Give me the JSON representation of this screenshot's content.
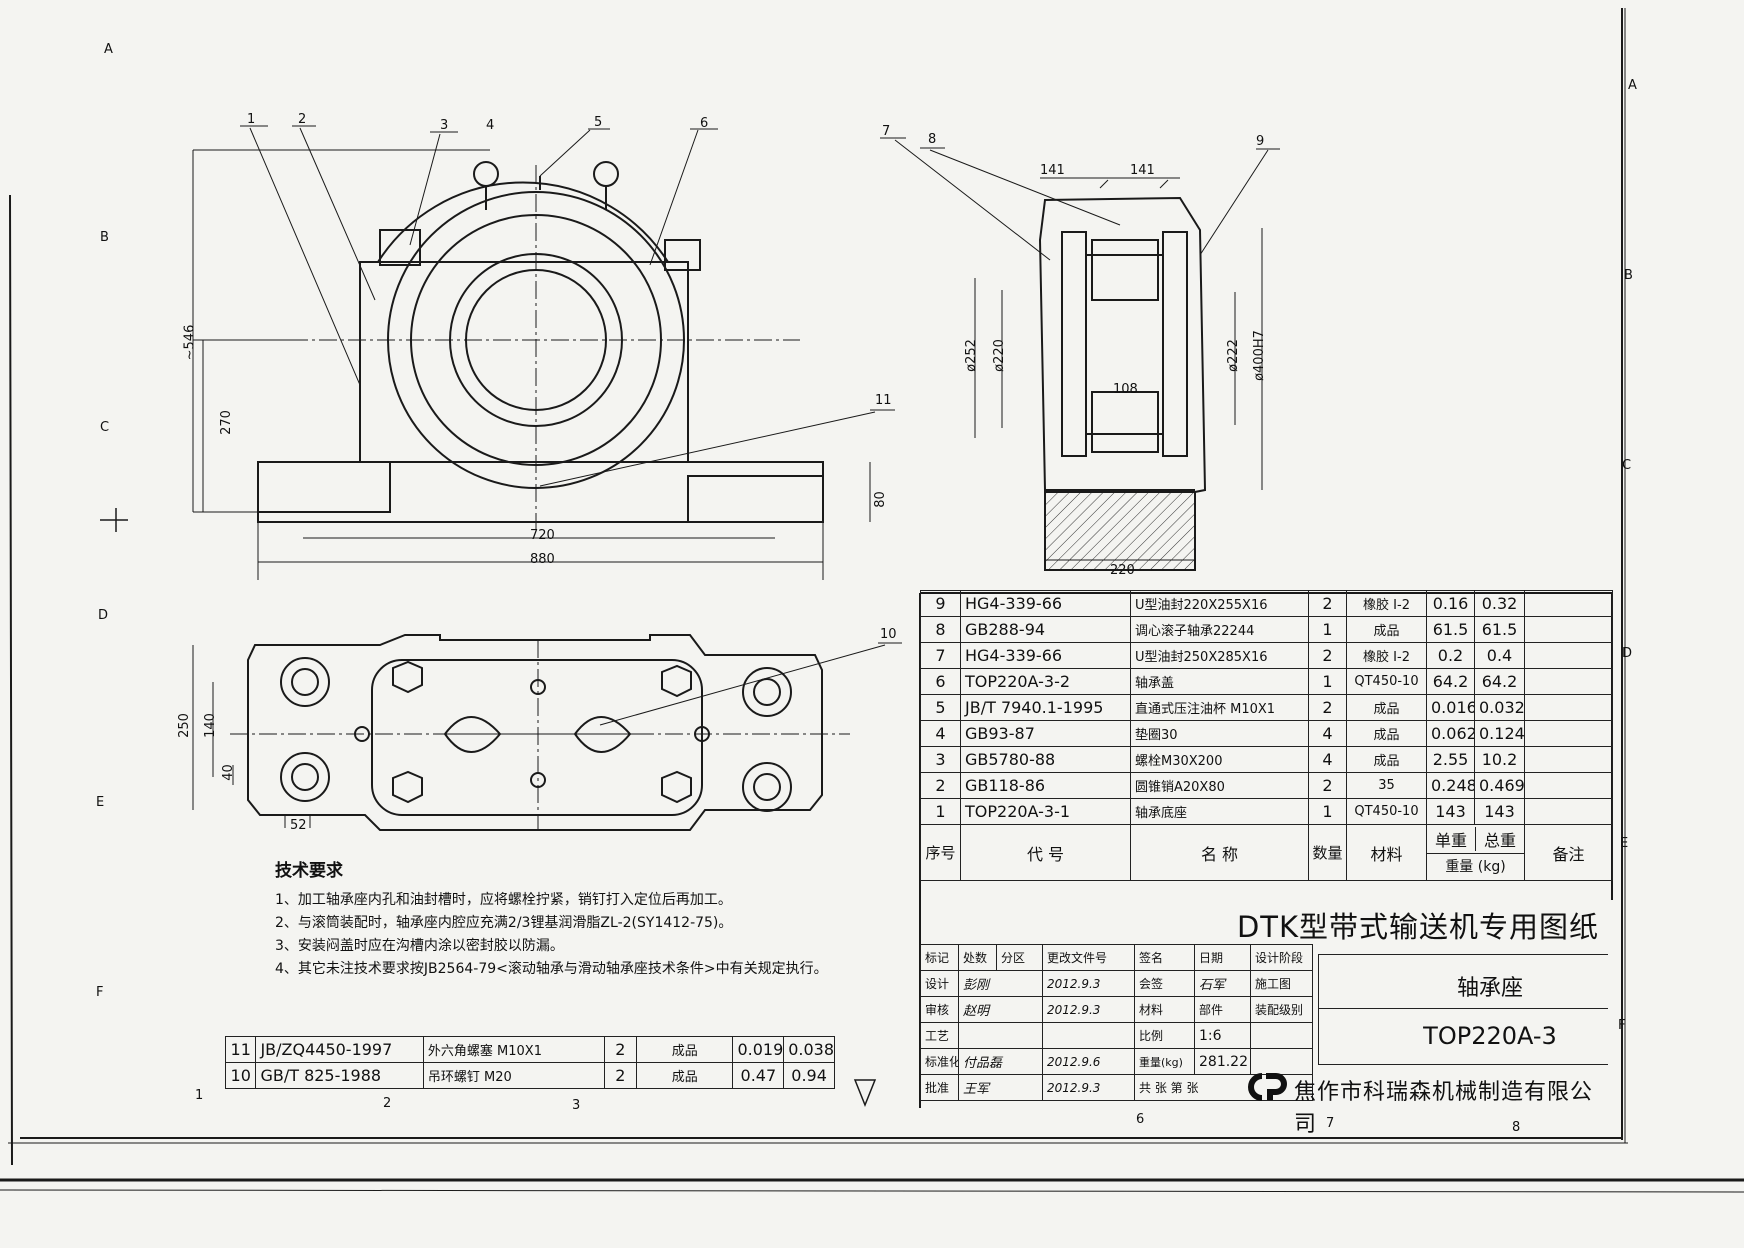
{
  "title_block": {
    "series_title": "DTK型带式输送机专用图纸",
    "drawing_name": "轴承座",
    "drawing_code": "TOP220A-3",
    "company": "焦作市科瑞森机械制造有限公司",
    "col_mark": "标记",
    "col_count": "处数",
    "col_zone": "分区",
    "col_change_doc": "更改文件号",
    "col_sign": "签名",
    "col_date": "日期",
    "design_stage": "设计阶段",
    "stage_construction": "施工图",
    "stage_assembly": "装配级别",
    "row_design": "设计",
    "row_check": "审核",
    "row_process": "工艺",
    "row_standard": "标准化",
    "row_approve": "批准",
    "countersign": "会签",
    "material": "材料",
    "part_type": "部件",
    "scale_label": "比例",
    "scale_value": "1:6",
    "weight_label": "重量(kg)",
    "weight_value": "281.22",
    "sheet_text": "共  张 第  张",
    "sig_design": "彭刚",
    "date_design": "2012.9.3",
    "sig_check": "赵明",
    "date_check": "2012.9.3",
    "sig_standard": "付品磊",
    "date_standard": "2012.9.6",
    "sig_approve": "王军",
    "date_approve": "2012.9.3",
    "sig_countersign": "石军"
  },
  "parts_header": {
    "seq": "序号",
    "code": "代  号",
    "name": "名  称",
    "qty": "数量",
    "material": "材料",
    "unit_weight": "单重",
    "total_weight": "总重",
    "weight_unit": "重量 (kg)",
    "remark": "备注"
  },
  "parts": [
    {
      "no": "9",
      "code": "HG4-339-66",
      "name": "U型油封220X255X16",
      "qty": "2",
      "material": "橡胶 I-2",
      "unit": "0.16",
      "total": "0.32"
    },
    {
      "no": "8",
      "code": "GB288-94",
      "name": "调心滚子轴承22244",
      "qty": "1",
      "material": "成品",
      "unit": "61.5",
      "total": "61.5"
    },
    {
      "no": "7",
      "code": "HG4-339-66",
      "name": "U型油封250X285X16",
      "qty": "2",
      "material": "橡胶 I-2",
      "unit": "0.2",
      "total": "0.4"
    },
    {
      "no": "6",
      "code": "TOP220A-3-2",
      "name": "轴承盖",
      "qty": "1",
      "material": "QT450-10",
      "unit": "64.2",
      "total": "64.2"
    },
    {
      "no": "5",
      "code": "JB/T 7940.1-1995",
      "name": "直通式压注油杯 M10X1",
      "qty": "2",
      "material": "成品",
      "unit": "0.016",
      "total": "0.032"
    },
    {
      "no": "4",
      "code": "GB93-87",
      "name": "垫圈30",
      "qty": "4",
      "material": "成品",
      "unit": "0.062",
      "total": "0.124"
    },
    {
      "no": "3",
      "code": "GB5780-88",
      "name": "螺栓M30X200",
      "qty": "4",
      "material": "成品",
      "unit": "2.55",
      "total": "10.2"
    },
    {
      "no": "2",
      "code": "GB118-86",
      "name": "圆锥销A20X80",
      "qty": "2",
      "material": "35",
      "unit": "0.248",
      "total": "0.469"
    },
    {
      "no": "1",
      "code": "TOP220A-3-1",
      "name": "轴承底座",
      "qty": "1",
      "material": "QT450-10",
      "unit": "143",
      "total": "143"
    }
  ],
  "extra_parts": [
    {
      "no": "11",
      "code": "JB/ZQ4450-1997",
      "name": "外六角螺塞 M10X1",
      "qty": "2",
      "material": "成品",
      "unit": "0.019",
      "total": "0.038"
    },
    {
      "no": "10",
      "code": "GB/T 825-1988",
      "name": "吊环螺钉 M20",
      "qty": "2",
      "material": "成品",
      "unit": "0.47",
      "total": "0.94"
    }
  ],
  "notes": {
    "heading": "技术要求",
    "items": [
      "1、加工轴承座内孔和油封槽时，应将螺栓拧紧，销钉打入定位后再加工。",
      "2、与滚筒装配时，轴承座内腔应充满2/3锂基润滑脂ZL-2(SY1412-75)。",
      "3、安装闷盖时应在沟槽内涂以密封胶以防漏。",
      "4、其它未注技术要求按JB2564-79<滚动轴承与滑动轴承座技术条件>中有关规定执行。"
    ]
  },
  "dimensions": {
    "front_height": "~546",
    "front_center": "270",
    "front_base_h": "80",
    "front_bolt": "720",
    "front_width": "880",
    "plan_depth": "250",
    "plan_bolt": "140",
    "plan_offset": "40",
    "plan_edge": "52",
    "sec_w1": "141",
    "sec_w2": "141",
    "sec_d1": "ø252",
    "sec_d2": "ø220",
    "sec_d3": "ø222",
    "sec_d4": "ø400H7",
    "sec_inner": "108",
    "sec_base": "220"
  },
  "balloons": [
    "1",
    "2",
    "3",
    "4",
    "5",
    "6",
    "7",
    "8",
    "9",
    "10",
    "11"
  ],
  "zone_letters": [
    "A",
    "B",
    "C",
    "D",
    "E",
    "F"
  ],
  "zone_numbers": [
    "1",
    "2",
    "3",
    "6",
    "7",
    "8"
  ]
}
